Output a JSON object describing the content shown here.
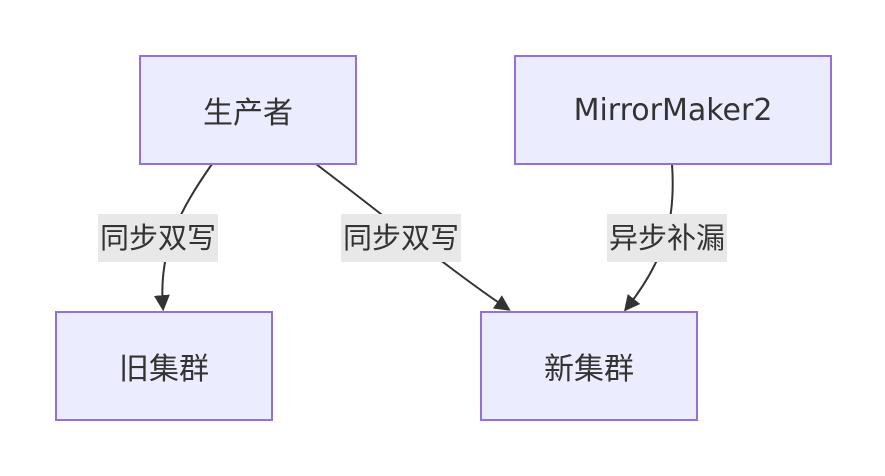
{
  "nodes": {
    "producer": "生产者",
    "mirrormaker": "MirrorMaker2",
    "old_cluster": "旧集群",
    "new_cluster": "新集群"
  },
  "edges": {
    "producer_to_old": "同步双写",
    "producer_to_new": "同步双写",
    "mirrormaker_to_new": "异步补漏"
  },
  "colors": {
    "node_fill": "#ececff",
    "node_border": "#9370db",
    "edge_line": "#333333",
    "label_bg": "#e8e8e8"
  }
}
